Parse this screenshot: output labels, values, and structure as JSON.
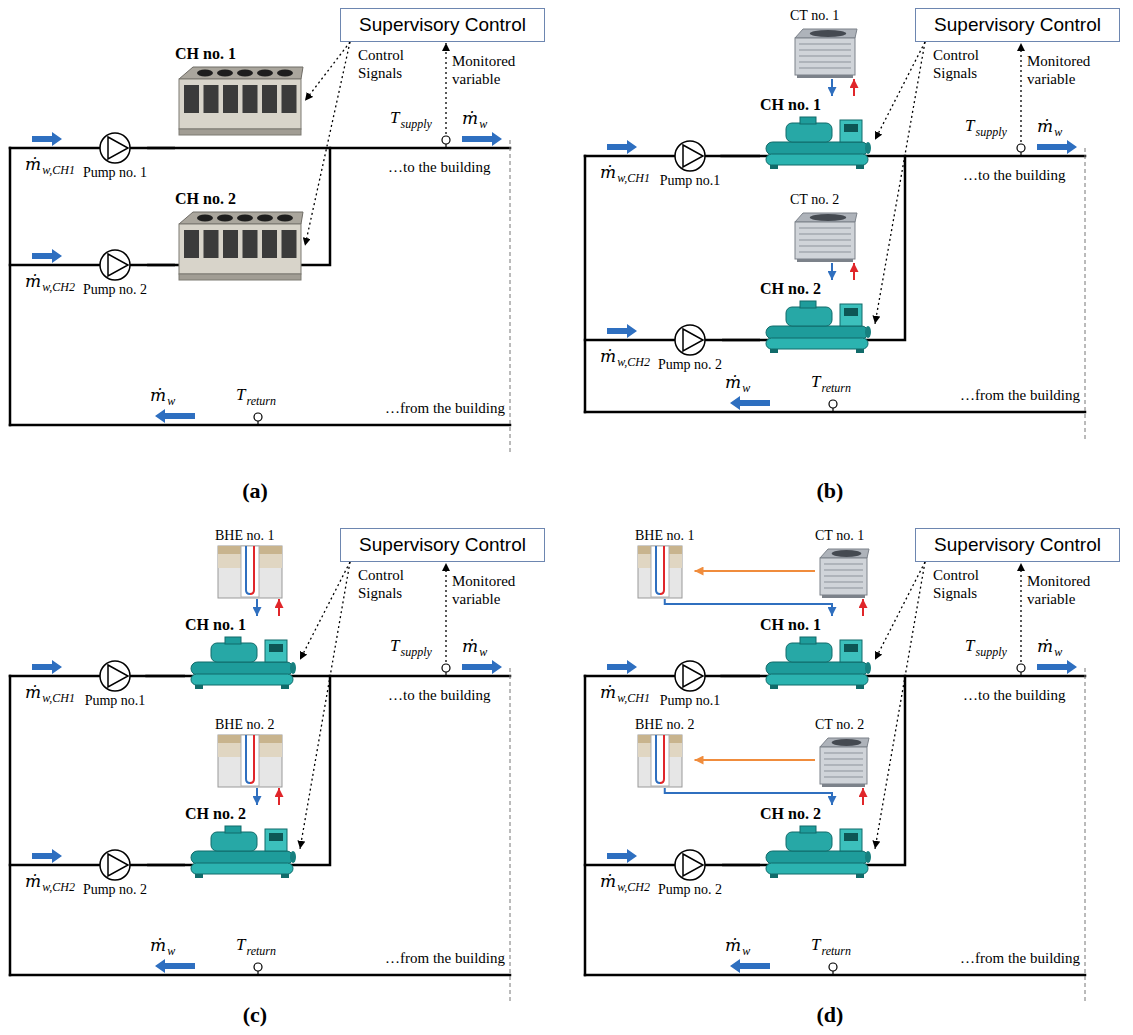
{
  "diagram": {
    "nodes": [
      {
        "text": [
          "Supervisory Control"
        ]
      },
      {
        "text": [
          "CH no. 1"
        ]
      },
      {
        "text": [
          "Pump no. 1"
        ]
      },
      {
        "text": [
          "CH no. 2"
        ]
      },
      {
        "text": [
          "Pump no. 2"
        ]
      },
      {
        "text": [
          "Supervisory Control"
        ]
      },
      {
        "text": [
          "CT no. 1"
        ]
      },
      {
        "text": [
          "CH no. 1"
        ]
      },
      {
        "text": [
          "Pump no.1"
        ]
      },
      {
        "text": [
          "CT no. 2"
        ]
      },
      {
        "text": [
          "CH no. 2"
        ]
      },
      {
        "text": [
          "Pump no. 2"
        ]
      },
      {
        "text": [
          "Supervisory Control"
        ]
      },
      {
        "text": [
          "BHE no. 1"
        ]
      },
      {
        "text": [
          "CH no. 1"
        ]
      },
      {
        "text": [
          "Pump no.1"
        ]
      },
      {
        "text": [
          "BHE no. 2"
        ]
      },
      {
        "text": [
          "CH no. 2"
        ]
      },
      {
        "text": [
          "Pump no. 2"
        ]
      },
      {
        "text": [
          "Supervisory Control"
        ]
      },
      {
        "text": [
          "BHE no. 1"
        ]
      },
      {
        "text": [
          "CT no. 1"
        ]
      },
      {
        "text": [
          "CH no. 1"
        ]
      },
      {
        "text": [
          "Pump no.1"
        ]
      },
      {
        "text": [
          "BHE no. 2"
        ]
      },
      {
        "text": [
          "CT no. 2"
        ]
      },
      {
        "text": [
          "CH no. 2"
        ]
      },
      {
        "text": [
          "Pump no. 2"
        ]
      }
    ],
    "edges": [
      {
        "from": 0,
        "to": 1,
        "arrow": "to"
      },
      {
        "from": 0,
        "to": 3,
        "arrow": "to"
      },
      {
        "from": 2,
        "to": 1,
        "arrow": "none"
      },
      {
        "from": 4,
        "to": 3,
        "arrow": "none"
      },
      {
        "from": 5,
        "to": 7,
        "arrow": "to"
      },
      {
        "from": 5,
        "to": 10,
        "arrow": "to"
      },
      {
        "from": 8,
        "to": 7,
        "arrow": "none"
      },
      {
        "from": 11,
        "to": 10,
        "arrow": "none"
      },
      {
        "from": 6,
        "to": 7,
        "arrow": "to"
      },
      {
        "from": 7,
        "to": 6,
        "arrow": "to"
      },
      {
        "from": 9,
        "to": 10,
        "arrow": "to"
      },
      {
        "from": 10,
        "to": 9,
        "arrow": "to"
      },
      {
        "from": 12,
        "to": 14,
        "arrow": "to"
      },
      {
        "from": 12,
        "to": 17,
        "arrow": "to"
      },
      {
        "from": 15,
        "to": 14,
        "arrow": "none"
      },
      {
        "from": 18,
        "to": 17,
        "arrow": "none"
      },
      {
        "from": 13,
        "to": 14,
        "arrow": "to"
      },
      {
        "from": 14,
        "to": 13,
        "arrow": "to"
      },
      {
        "from": 16,
        "to": 17,
        "arrow": "to"
      },
      {
        "from": 17,
        "to": 16,
        "arrow": "to"
      },
      {
        "from": 19,
        "to": 22,
        "arrow": "to"
      },
      {
        "from": 19,
        "to": 26,
        "arrow": "to"
      },
      {
        "from": 23,
        "to": 22,
        "arrow": "none"
      },
      {
        "from": 27,
        "to": 26,
        "arrow": "none"
      },
      {
        "from": 20,
        "to": 22,
        "arrow": "to"
      },
      {
        "from": 22,
        "to": 21,
        "arrow": "to"
      },
      {
        "from": 21,
        "to": 20,
        "arrow": "to"
      },
      {
        "from": 24,
        "to": 26,
        "arrow": "to"
      },
      {
        "from": 26,
        "to": 25,
        "arrow": "to"
      },
      {
        "from": 25,
        "to": 24,
        "arrow": "to"
      }
    ],
    "labels": [
      "Control Signals",
      "Monitored variable",
      "T",
      "supply",
      "ṁ",
      "w",
      "…to the building",
      "ṁ",
      "w,CH1",
      "ṁ",
      "w,CH2",
      "ṁ",
      "w",
      "T",
      "return",
      "…from the building",
      "(a)",
      "Control Signals",
      "Monitored variable",
      "T",
      "supply",
      "ṁ",
      "w",
      "…to the building",
      "ṁ",
      "w,CH1",
      "ṁ",
      "w,CH2",
      "ṁ",
      "w",
      "T",
      "return",
      "…from the building",
      "(b)",
      "Control Signals",
      "Monitored variable",
      "T",
      "supply",
      "ṁ",
      "w",
      "…to the building",
      "ṁ",
      "w,CH1",
      "ṁ",
      "w,CH2",
      "ṁ",
      "w",
      "T",
      "return",
      "…from the building",
      "(c)",
      "Control Signals",
      "Monitored variable",
      "T",
      "supply",
      "ṁ",
      "w",
      "…to the building",
      "ṁ",
      "w,CH1",
      "ṁ",
      "w,CH2",
      "ṁ",
      "w",
      "T",
      "return",
      "…from the building",
      "(d)"
    ]
  }
}
